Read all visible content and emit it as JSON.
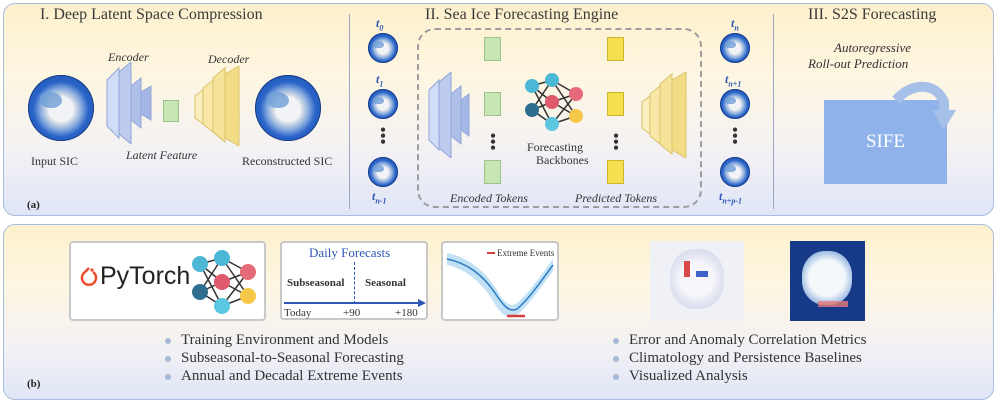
{
  "panel_a": {
    "tag": "(a)",
    "sec1": {
      "title": "I. Deep Latent Space Compression",
      "encoder": "Encoder",
      "decoder": "Decoder",
      "input": "Input SIC",
      "latent": "Latent Feature",
      "recon": "Reconstructed SIC"
    },
    "sec2": {
      "title": "II. Sea Ice Forecasting Engine",
      "t_left": [
        {
          "base": "t",
          "sub": "0"
        },
        {
          "base": "t",
          "sub": "1"
        },
        {
          "base": "t",
          "sub": "n-1"
        }
      ],
      "t_right": [
        {
          "base": "t",
          "sub": "n"
        },
        {
          "base": "t",
          "sub": "n+1"
        },
        {
          "base": "t",
          "sub": "n+p-1"
        }
      ],
      "backbone": [
        "Forecasting",
        "Backbones"
      ],
      "encoded": "Encoded Tokens",
      "predicted": "Predicted Tokens"
    },
    "sec3": {
      "title": "III. S2S Forecasting",
      "caption": [
        "Autoregressive",
        "Roll-out Prediction"
      ],
      "box": "SIFE"
    }
  },
  "panel_b": {
    "tag": "(b)",
    "pytorch": "PyTorch",
    "forecast_card": {
      "title": "Daily Forecasts",
      "subseasonal": "Subseasonal",
      "seasonal": "Seasonal",
      "ticks": [
        "Today",
        "+90",
        "+180"
      ]
    },
    "extreme_legend": "Extreme Events",
    "left_bullets": [
      "Training Environment and Models",
      "Subseasonal-to-Seasonal Forecasting",
      "Annual and Decadal Extreme Events"
    ],
    "right_bullets": [
      "Error and Anomaly Correlation Metrics",
      "Climatology and Persistence Baselines",
      "Visualized Analysis"
    ]
  },
  "colors": {
    "accent_blue": "#2f57b5",
    "sife_box": "#8fb2ea",
    "encoder_blue": "#b8c7ef",
    "decoder_yellow": "#f6e39a",
    "token_green": "#c7e6b4",
    "token_yellow": "#f4df4f",
    "pytorch_orange": "#ee4c2c",
    "extreme_red": "#d84040"
  }
}
